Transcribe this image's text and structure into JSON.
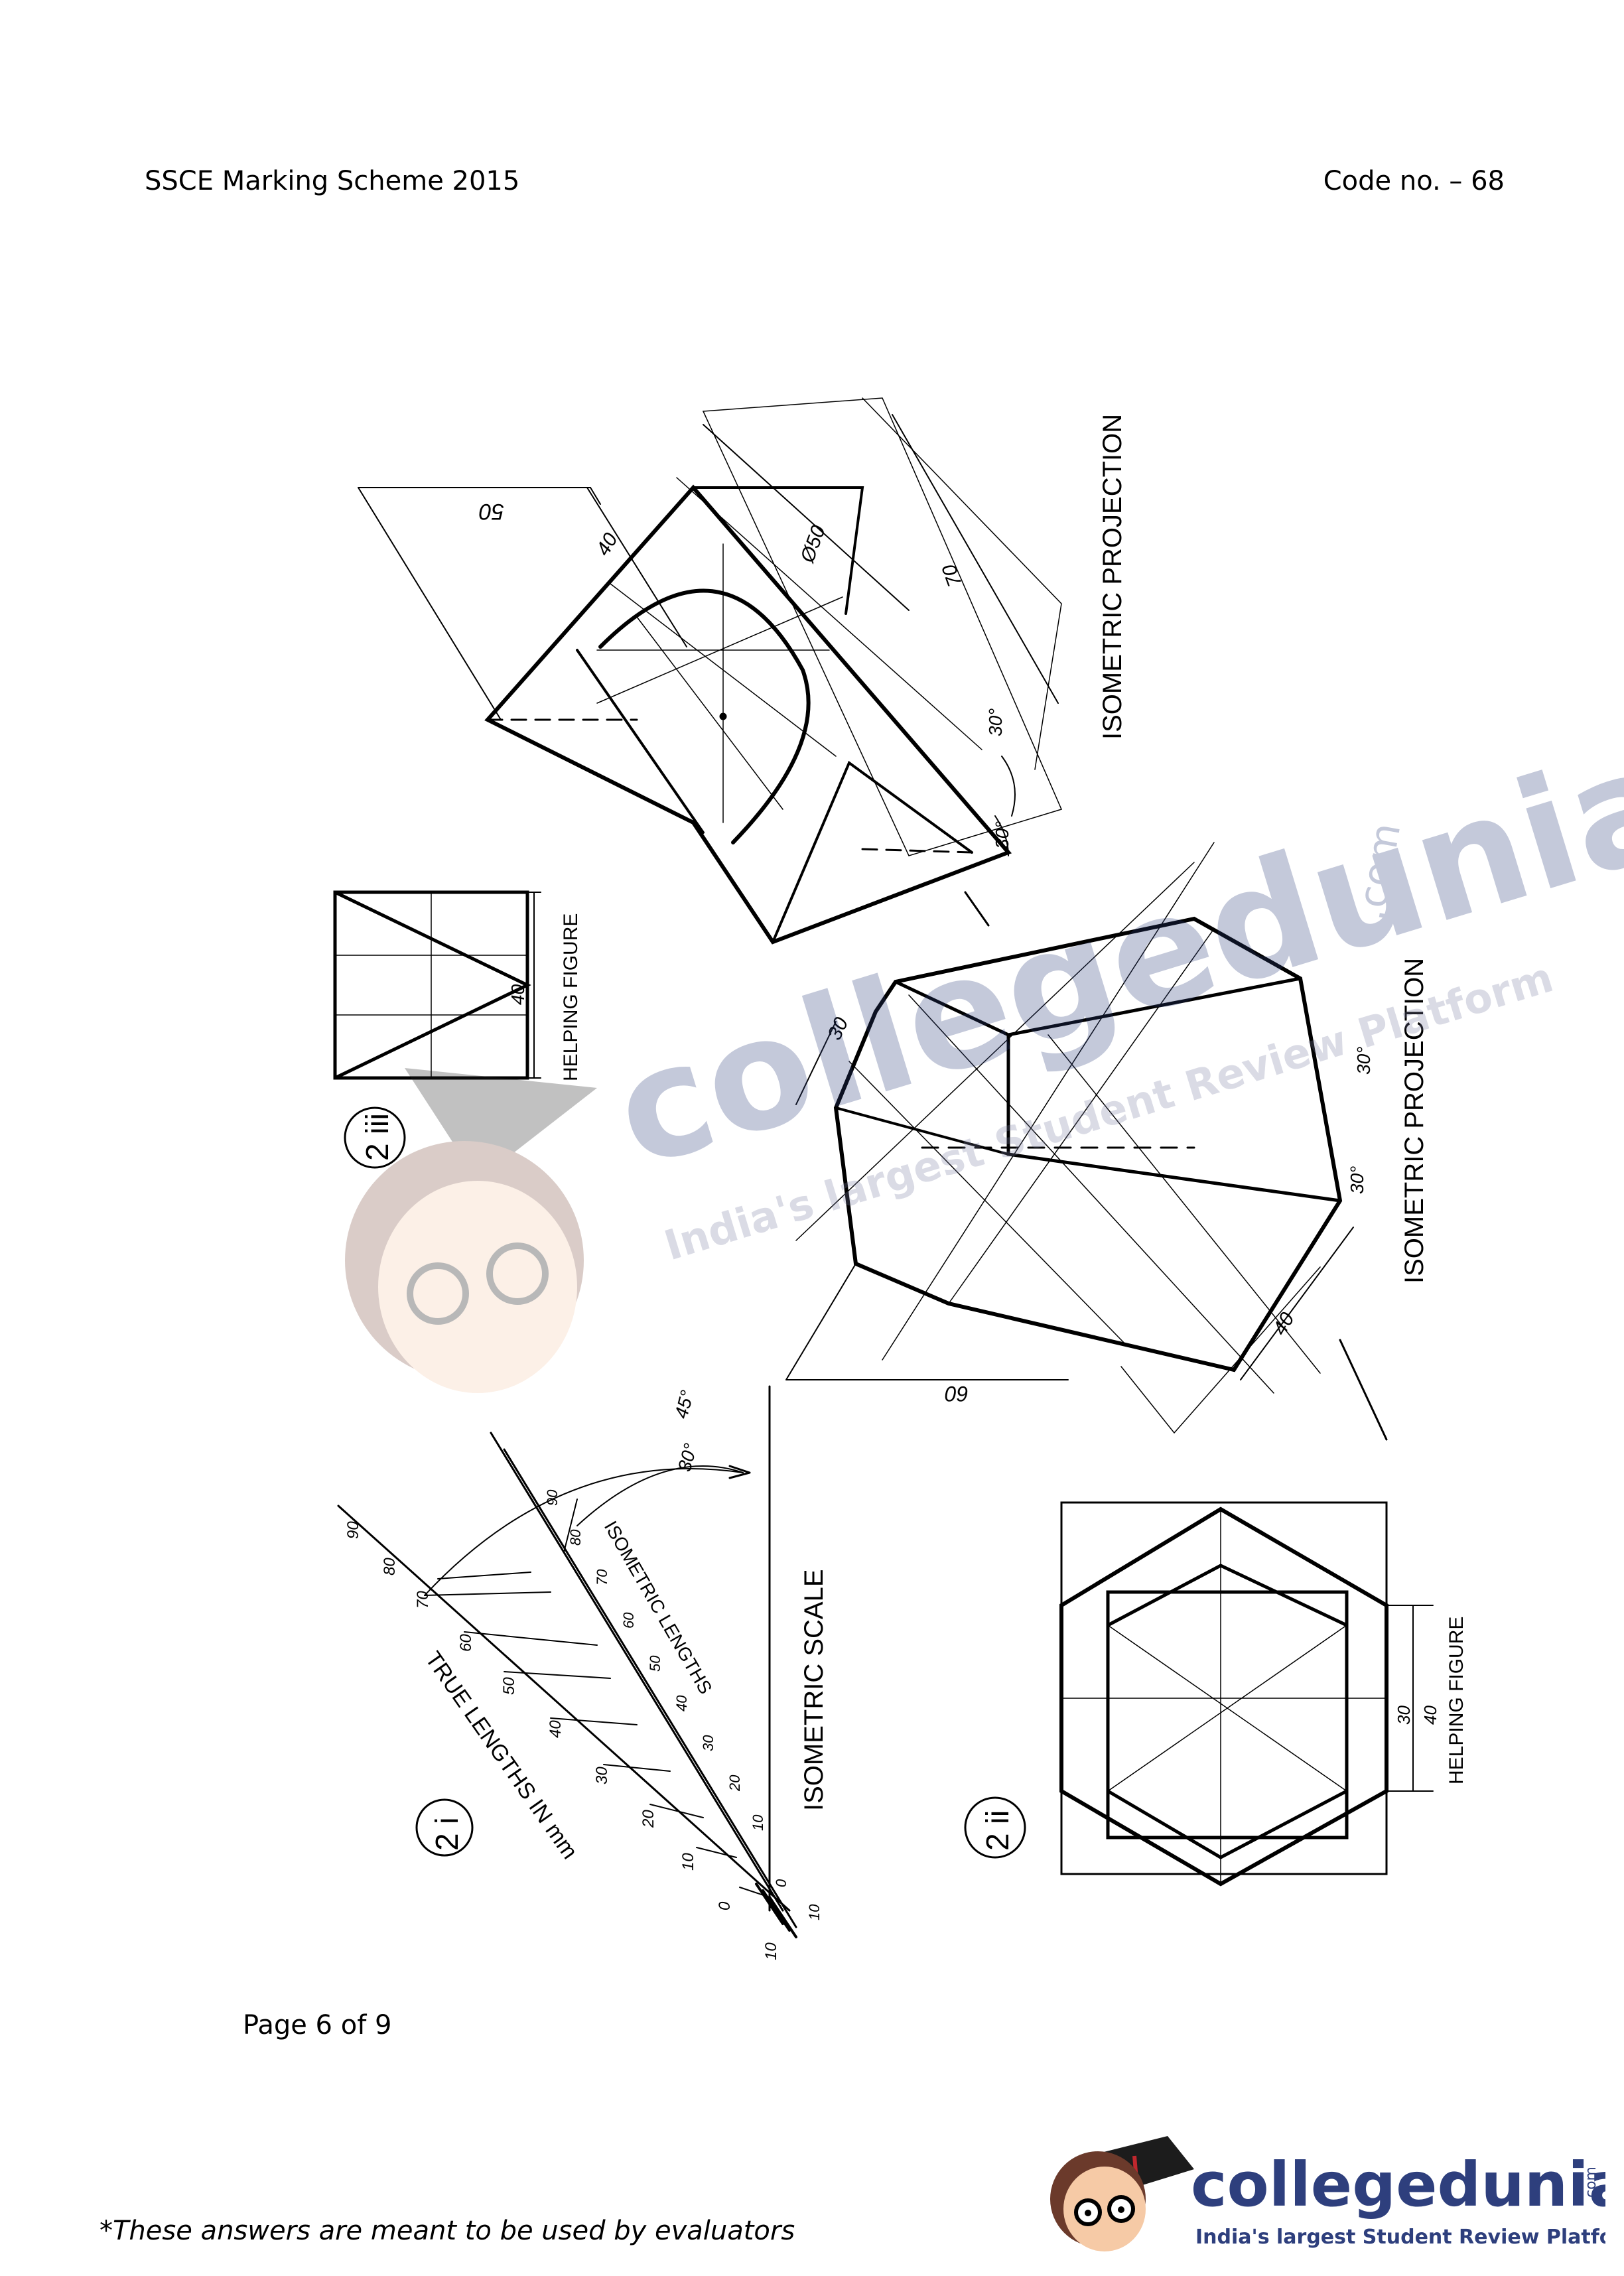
{
  "header": {
    "left": "SSCE Marking Scheme 2015",
    "right": "Code no. – 68"
  },
  "drawing": {
    "fig_2iii_label": "2 iii",
    "fig_2i_label": "2 i",
    "fig_2ii_label": "2 ii",
    "iso_projection_top": "ISOMETRIC PROJECTION",
    "iso_projection_mid": "ISOMETRIC PROJECTION",
    "helping_figure_top": "HELPING FIGURE",
    "helping_figure_bottom": "HELPING FIGURE",
    "isometric_scale": "ISOMETRIC SCALE",
    "true_lengths": "TRUE LENGTHS IN mm",
    "isometric_lengths": "ISOMETRIC LENGTHS",
    "dim_50": "50",
    "dim_40_top": "40",
    "dim_phi50": "Ø50",
    "dim_70": "70",
    "angle_30_a": "30°",
    "angle_30_b": "30°",
    "helping_40_top": "40",
    "dim_30_mid": "30",
    "dim_60": "60",
    "dim_40_mid": "40",
    "angle_30_c": "30°",
    "angle_30_d": "30°",
    "scale_angle_30": "30°",
    "scale_angle_45": "45°",
    "true_ticks": [
      "10",
      "0",
      "10",
      "20",
      "30",
      "40",
      "50",
      "60",
      "70",
      "80",
      "90"
    ],
    "iso_ticks": [
      "10",
      "0",
      "10",
      "20",
      "30",
      "40",
      "50",
      "60",
      "70",
      "80",
      "90"
    ],
    "helping_dim_30": "30",
    "helping_dim_40": "40"
  },
  "watermark": {
    "brand": "collegedunia",
    "suffix": ".com",
    "tagline": "India's largest Student Review Platform"
  },
  "footer": {
    "page": "Page 6 of 9",
    "note": "*These answers are meant to be used by evaluators",
    "logo_brand": "collegedunia",
    "logo_suffix": ".com",
    "logo_tagline": "India's largest Student Review Platform"
  }
}
